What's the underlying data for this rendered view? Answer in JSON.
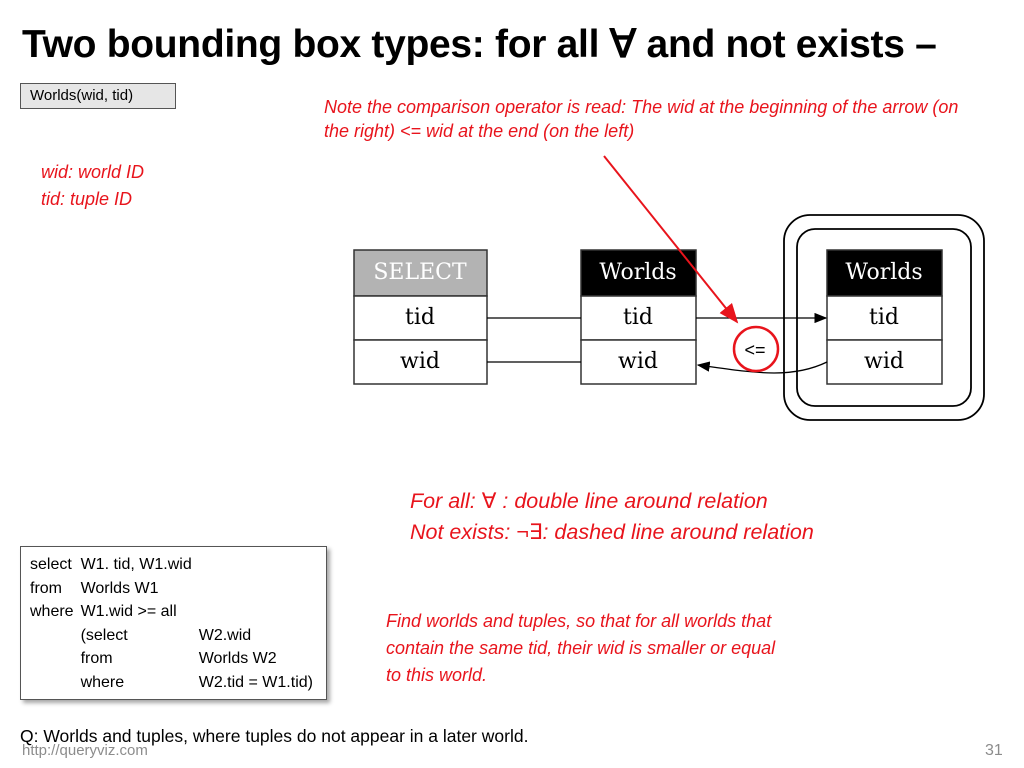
{
  "slide": {
    "title": "Two bounding box types: for all ∀ and not exists –",
    "schema_label": "Worlds(wid, tid)",
    "note": "Note the comparison operator is read: The wid at the beginning of the arrow (on the right) <= wid at the end (on the left)",
    "definitions": [
      "wid: world ID",
      "tid: tuple ID"
    ],
    "legend": {
      "forall_prefix": "For all: ",
      "forall_symbol": "∀",
      "forall_text": " : double line around relation",
      "notexists_prefix": "Not exists: ",
      "notexists_symbol": "¬∃",
      "notexists_text": ": dashed line around relation"
    },
    "explanation": "Find worlds and tuples, so that for all worlds that contain the same tid, their wid is smaller or equal to this world.",
    "sql": [
      [
        "select",
        "W1. tid, W1.wid",
        ""
      ],
      [
        "from",
        "Worlds W1",
        ""
      ],
      [
        "where",
        "W1.wid >= all",
        ""
      ],
      [
        "",
        "(select",
        "W2.wid"
      ],
      [
        "",
        "from",
        "Worlds W2"
      ],
      [
        "",
        "where",
        "W2.tid = W1.tid)"
      ]
    ],
    "question": "Q: Worlds and tuples, where tuples do not appear in a later world.",
    "footer_url": "http://queryviz.com",
    "page_number": "31"
  },
  "diagram": {
    "select_box": {
      "header": "SELECT",
      "rows": [
        "tid",
        "wid"
      ]
    },
    "worlds_box_1": {
      "header": "Worlds",
      "rows": [
        "tid",
        "wid"
      ]
    },
    "worlds_box_2": {
      "header": "Worlds",
      "rows": [
        "tid",
        "wid"
      ]
    },
    "operator": "<=",
    "colors": {
      "annotation_red": "#e8141c",
      "select_header": "#b3b3b3",
      "relation_header": "#000000"
    }
  }
}
